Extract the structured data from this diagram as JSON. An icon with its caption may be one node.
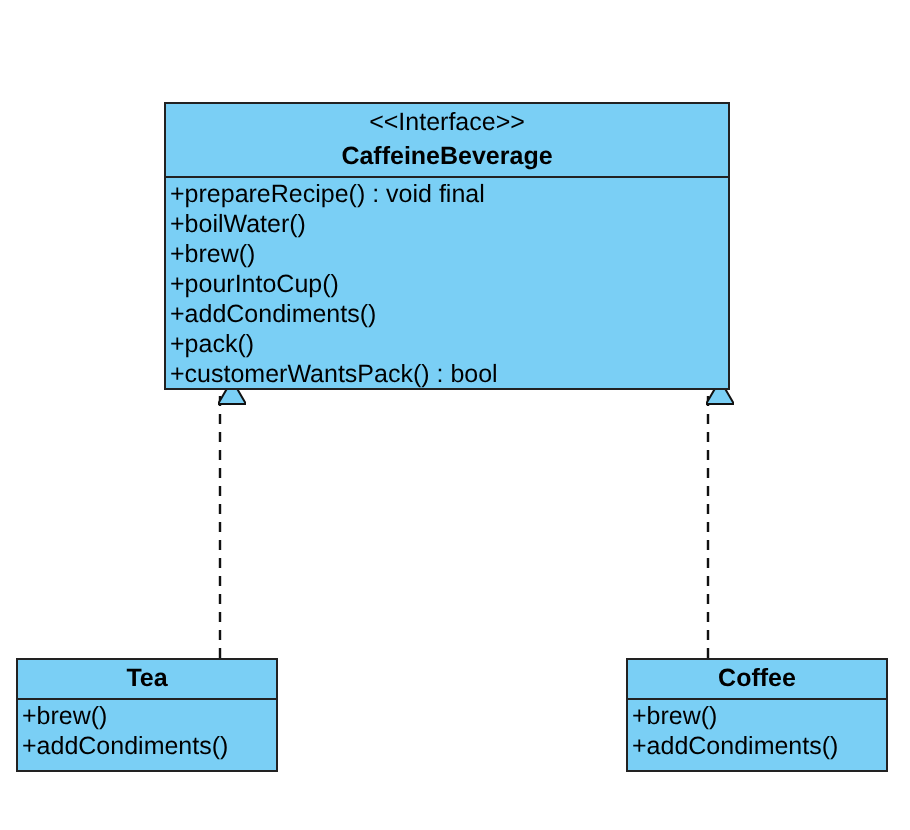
{
  "diagram": {
    "nodes": [
      {
        "text": [
          "<<Interface>>",
          "CaffeineBeverage",
          "+prepareRecipe() : void final",
          "+boilWater()",
          "+brew()",
          "+pourIntoCup()",
          "+addCondiments()",
          "+pack()",
          "+customerWantsPack() : bool"
        ]
      },
      {
        "text": [
          "Tea",
          "+brew()",
          "+addCondiments()"
        ]
      },
      {
        "text": [
          "Coffee",
          "+brew()",
          "+addCondiments()"
        ]
      }
    ],
    "edges": [
      {
        "from": 1,
        "to": 0,
        "arrow": "to",
        "style": "dashed"
      },
      {
        "from": 2,
        "to": 0,
        "arrow": "to",
        "style": "dashed"
      }
    ]
  }
}
